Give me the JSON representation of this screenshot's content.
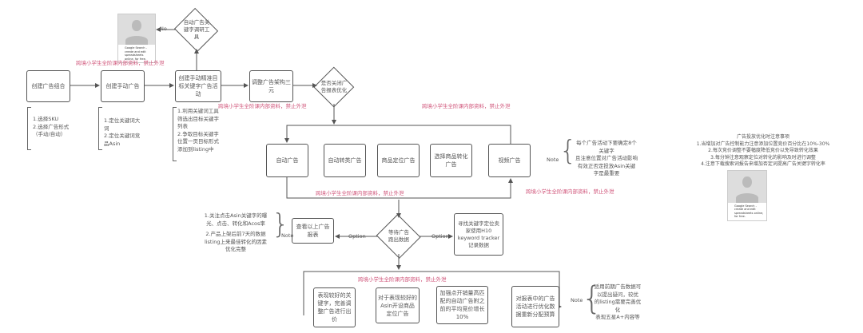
{
  "watermark": "跨境小学生全阶课内部资料，禁止外泄",
  "top": {
    "boxes": [
      "创建广告组合",
      "创建手动广告",
      "创建手动精准目标关键字广告活动",
      "调整广告架构三元"
    ],
    "diamond_top": "自动广告关键字调研工具",
    "diamond_main": "是否关闭广告报表优化",
    "no_label": "No"
  },
  "notes_top": [
    [
      "1.选择SKU",
      "2.选择广告形式（手动/自动）"
    ],
    [
      "1.定位关键词大词",
      "2.定位关键词竞品Asin"
    ],
    [
      "1.利用关键词工具筛选出目标关键字列表",
      "2.争取目标关键字位置一页目标形式添加到listing中"
    ]
  ],
  "image_caption": "Google Search - create and edit spreadsheets online, for free.",
  "types": [
    "自动广告",
    "自动转类广告",
    "商品定位广告",
    "选择商品转化广告",
    "视频广告"
  ],
  "note_label": "Note",
  "types_note": [
    "每个广告活动下要确定8个关键字",
    "且注意位置对广告活动影响",
    "有效正否定投放Asin关键",
    "字是最重要"
  ],
  "right_notes": {
    "title": "广告投放优化时注意事项",
    "items": [
      "1.当增加对广告控制能力注意添加位置竞价百分比在10%-30%",
      "2.每次竞价调整不要幅度降低竞价以免导致转化效果",
      "3.每分钟注意观察定位对转化的影响及时进行调整",
      "4.注意下载搜索词报告来增加否定词提高广告关键字转化率"
    ]
  },
  "middle": {
    "diamond": "等待广告跑出数据",
    "left_box": "查看以上广告报表",
    "right_box": "寻找关键字定位卖家使用H10 keyword tracker记录数据",
    "option": "Option",
    "left_note": [
      "1.关注点击Asin关键字的曝光、点击、转化和Acos率",
      "2.产品上架后前7天的数据listing上来最佳转化的因素优化完整"
    ]
  },
  "bottom": {
    "boxes": [
      "表现较好的关键字，完善调整广告进行出价",
      "对于表现较好的Asin开设商品定位广告",
      "加强点开销量高匹配的自动广告附之前的平均竞价增长10%",
      "对报表中的广告活动进行优化数据重新分配预算"
    ],
    "note": [
      "适用前期广告数据可以提出疑问，较优",
      "的listing需要完善优化",
      "表现五星A+内容等"
    ]
  }
}
